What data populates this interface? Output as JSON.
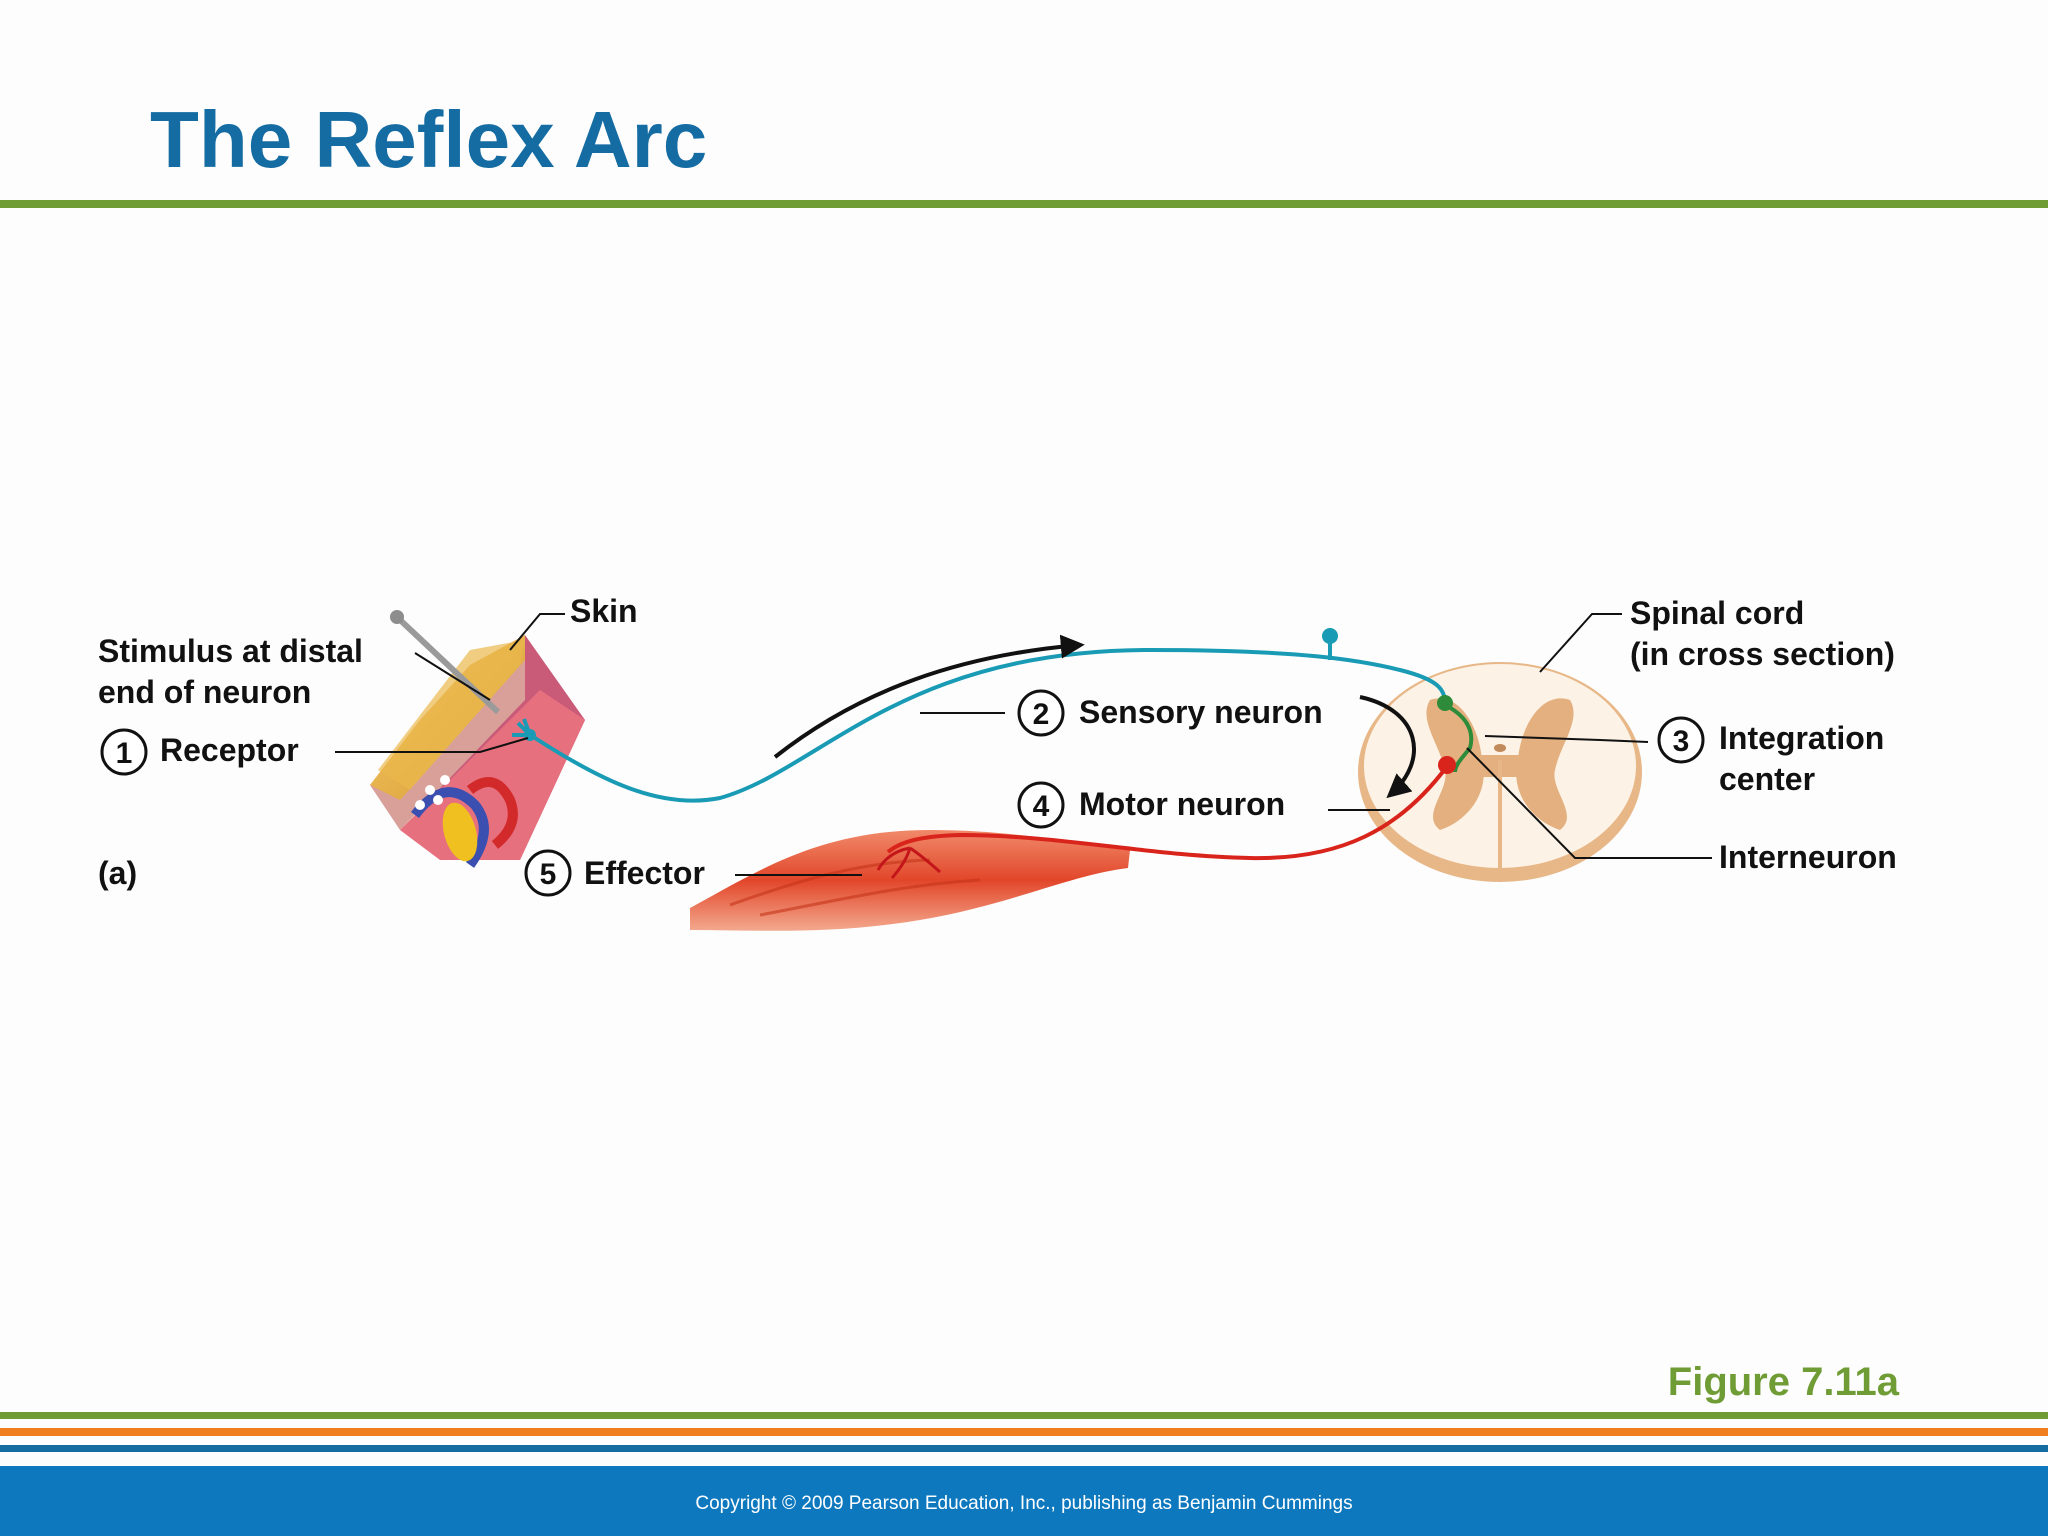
{
  "slide": {
    "title": "The Reflex Arc",
    "figure_label": "Figure 7.11a",
    "copyright": "Copyright © 2009 Pearson Education, Inc., publishing as Benjamin Cummings"
  },
  "diagram": {
    "panel_label": "(a)",
    "stimulus_line1": "Stimulus at distal",
    "stimulus_line2": "end of neuron",
    "skin": "Skin",
    "spinal_cord_line1": "Spinal cord",
    "spinal_cord_line2": "(in cross section)",
    "steps": [
      {
        "number": "1",
        "label": "Receptor"
      },
      {
        "number": "2",
        "label": "Sensory neuron"
      },
      {
        "number": "3",
        "label_line1": "Integration",
        "label_line2": "center"
      },
      {
        "number": "4",
        "label": "Motor neuron"
      },
      {
        "number": "5",
        "label": "Effector"
      }
    ],
    "interneuron": "Interneuron"
  },
  "colors": {
    "title": "#156ca3",
    "accent_green": "#6f9c34",
    "accent_orange": "#f07d1e",
    "footer_blue": "#0e78be",
    "sensory_neuron": "#1a9bb5",
    "motor_neuron": "#d9241c",
    "interneuron": "#2e8b3a"
  }
}
